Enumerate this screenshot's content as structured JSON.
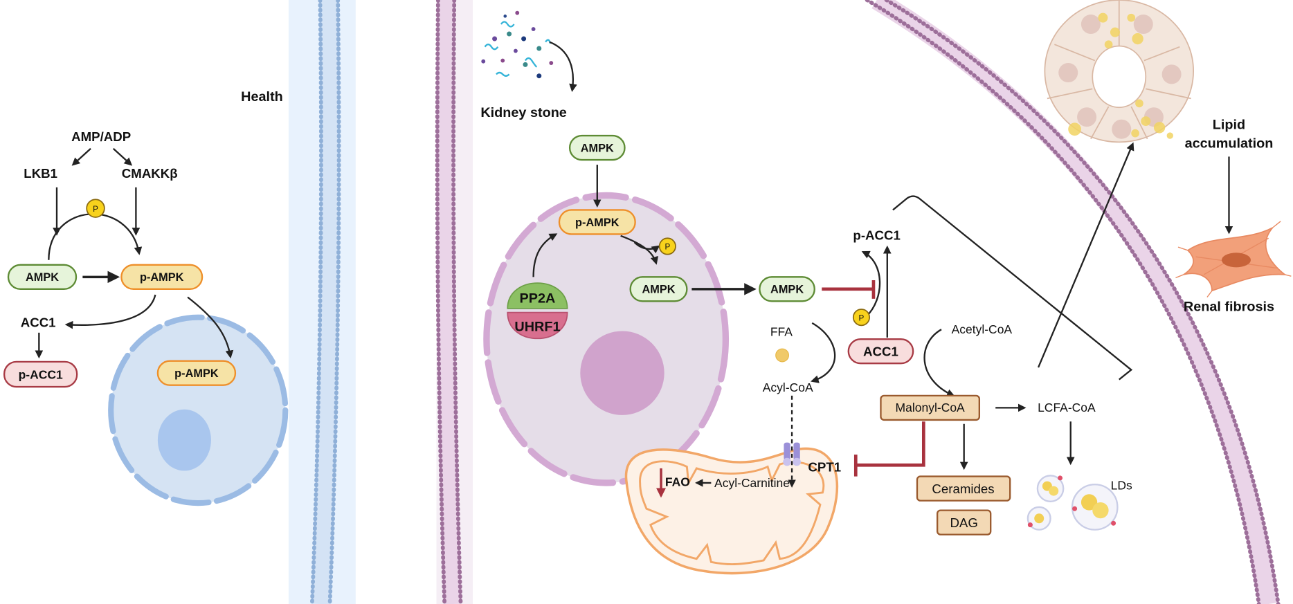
{
  "health_panel": {
    "title": "Health",
    "amp_adp": "AMP/ADP",
    "lkb1": "LKB1",
    "camkk": "CMAKKβ",
    "phospho": "P",
    "ampk": "AMPK",
    "p_ampk": "p-AMPK",
    "acc1": "ACC1",
    "p_acc1": "p-ACC1",
    "nuclear_p_ampk": "p-AMPK"
  },
  "disease_panel": {
    "title": "Kidney stone",
    "ampk_top": "AMPK",
    "p_ampk": "p-AMPK",
    "phospho": "P",
    "ampk_inner": "AMPK",
    "pp2a": "PP2A",
    "uhrf1": "UHRF1",
    "ampk_cyto": "AMPK",
    "p_acc1": "p-ACC1",
    "phospho2": "P",
    "ffa": "FFA",
    "acc1": "ACC1",
    "acetyl_coa": "Acetyl-CoA",
    "acyl_coa": "Acyl-CoA",
    "malonyl_coa": "Malonyl-CoA",
    "lcfa_coa": "LCFA-CoA",
    "cpt1": "CPT1",
    "fao": "FAO",
    "acyl_carnitine": "Acyl-Carnitine",
    "ceramides": "Ceramides",
    "dag": "DAG",
    "lds": "LDs"
  },
  "outcomes": {
    "lipid_line1": "Lipid",
    "lipid_line2": "accumulation",
    "renal_fibrosis": "Renal fibrosis"
  },
  "colors": {
    "ampk_fill": "#e6f4da",
    "ampk_stroke": "#5d8b34",
    "p_ampk_fill": "#f6e3a6",
    "p_ampk_stroke": "#ee8f2a",
    "acc1_fill": "#f8dddd",
    "acc1_stroke": "#a83b45",
    "inhibition": "#a8323e",
    "healthy_cell": "#d5e3f3",
    "stone_cell": "#e5dde8"
  }
}
